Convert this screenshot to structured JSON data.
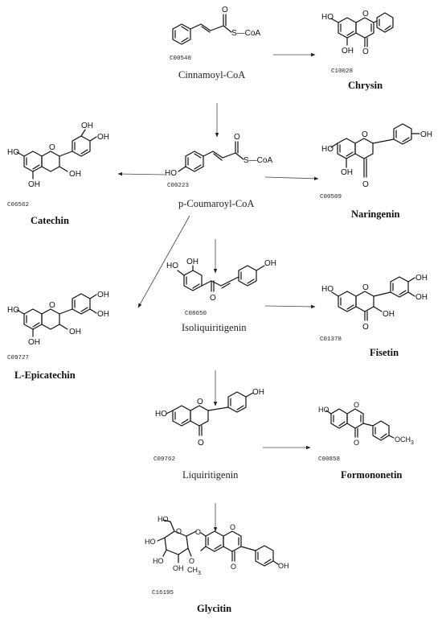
{
  "compounds": {
    "cinnamoyl_coa": {
      "id": "C00540",
      "name": "Cinnamoyl-CoA",
      "group": "S—CoA"
    },
    "chrysin": {
      "id": "C10028",
      "name": "Chrysin"
    },
    "coumaroyl_coa": {
      "id": "C00223",
      "name": "p-Coumaroyl-CoA",
      "group": "S—CoA"
    },
    "catechin": {
      "id": "C06562",
      "name": "Catechin"
    },
    "naringenin": {
      "id": "C00509",
      "name": "Naringenin"
    },
    "isoliquiritigenin": {
      "id": "C08650",
      "name": "Isoliquiritigenin"
    },
    "epicatechin": {
      "id": "C09727",
      "name": "L-Epicatechin"
    },
    "fisetin": {
      "id": "C01378",
      "name": "Fisetin"
    },
    "liquiritigenin": {
      "id": "C09762",
      "name": "Liquiritigenin"
    },
    "formononetin": {
      "id": "C00858",
      "name": "Formononetin"
    },
    "glycitin": {
      "id": "C16195",
      "name": "Glycitin"
    }
  },
  "atoms": {
    "O": "O",
    "OH": "OH",
    "HO": "HO",
    "OCH3": "OCH",
    "CH3": "CH",
    "sub3": "3"
  }
}
